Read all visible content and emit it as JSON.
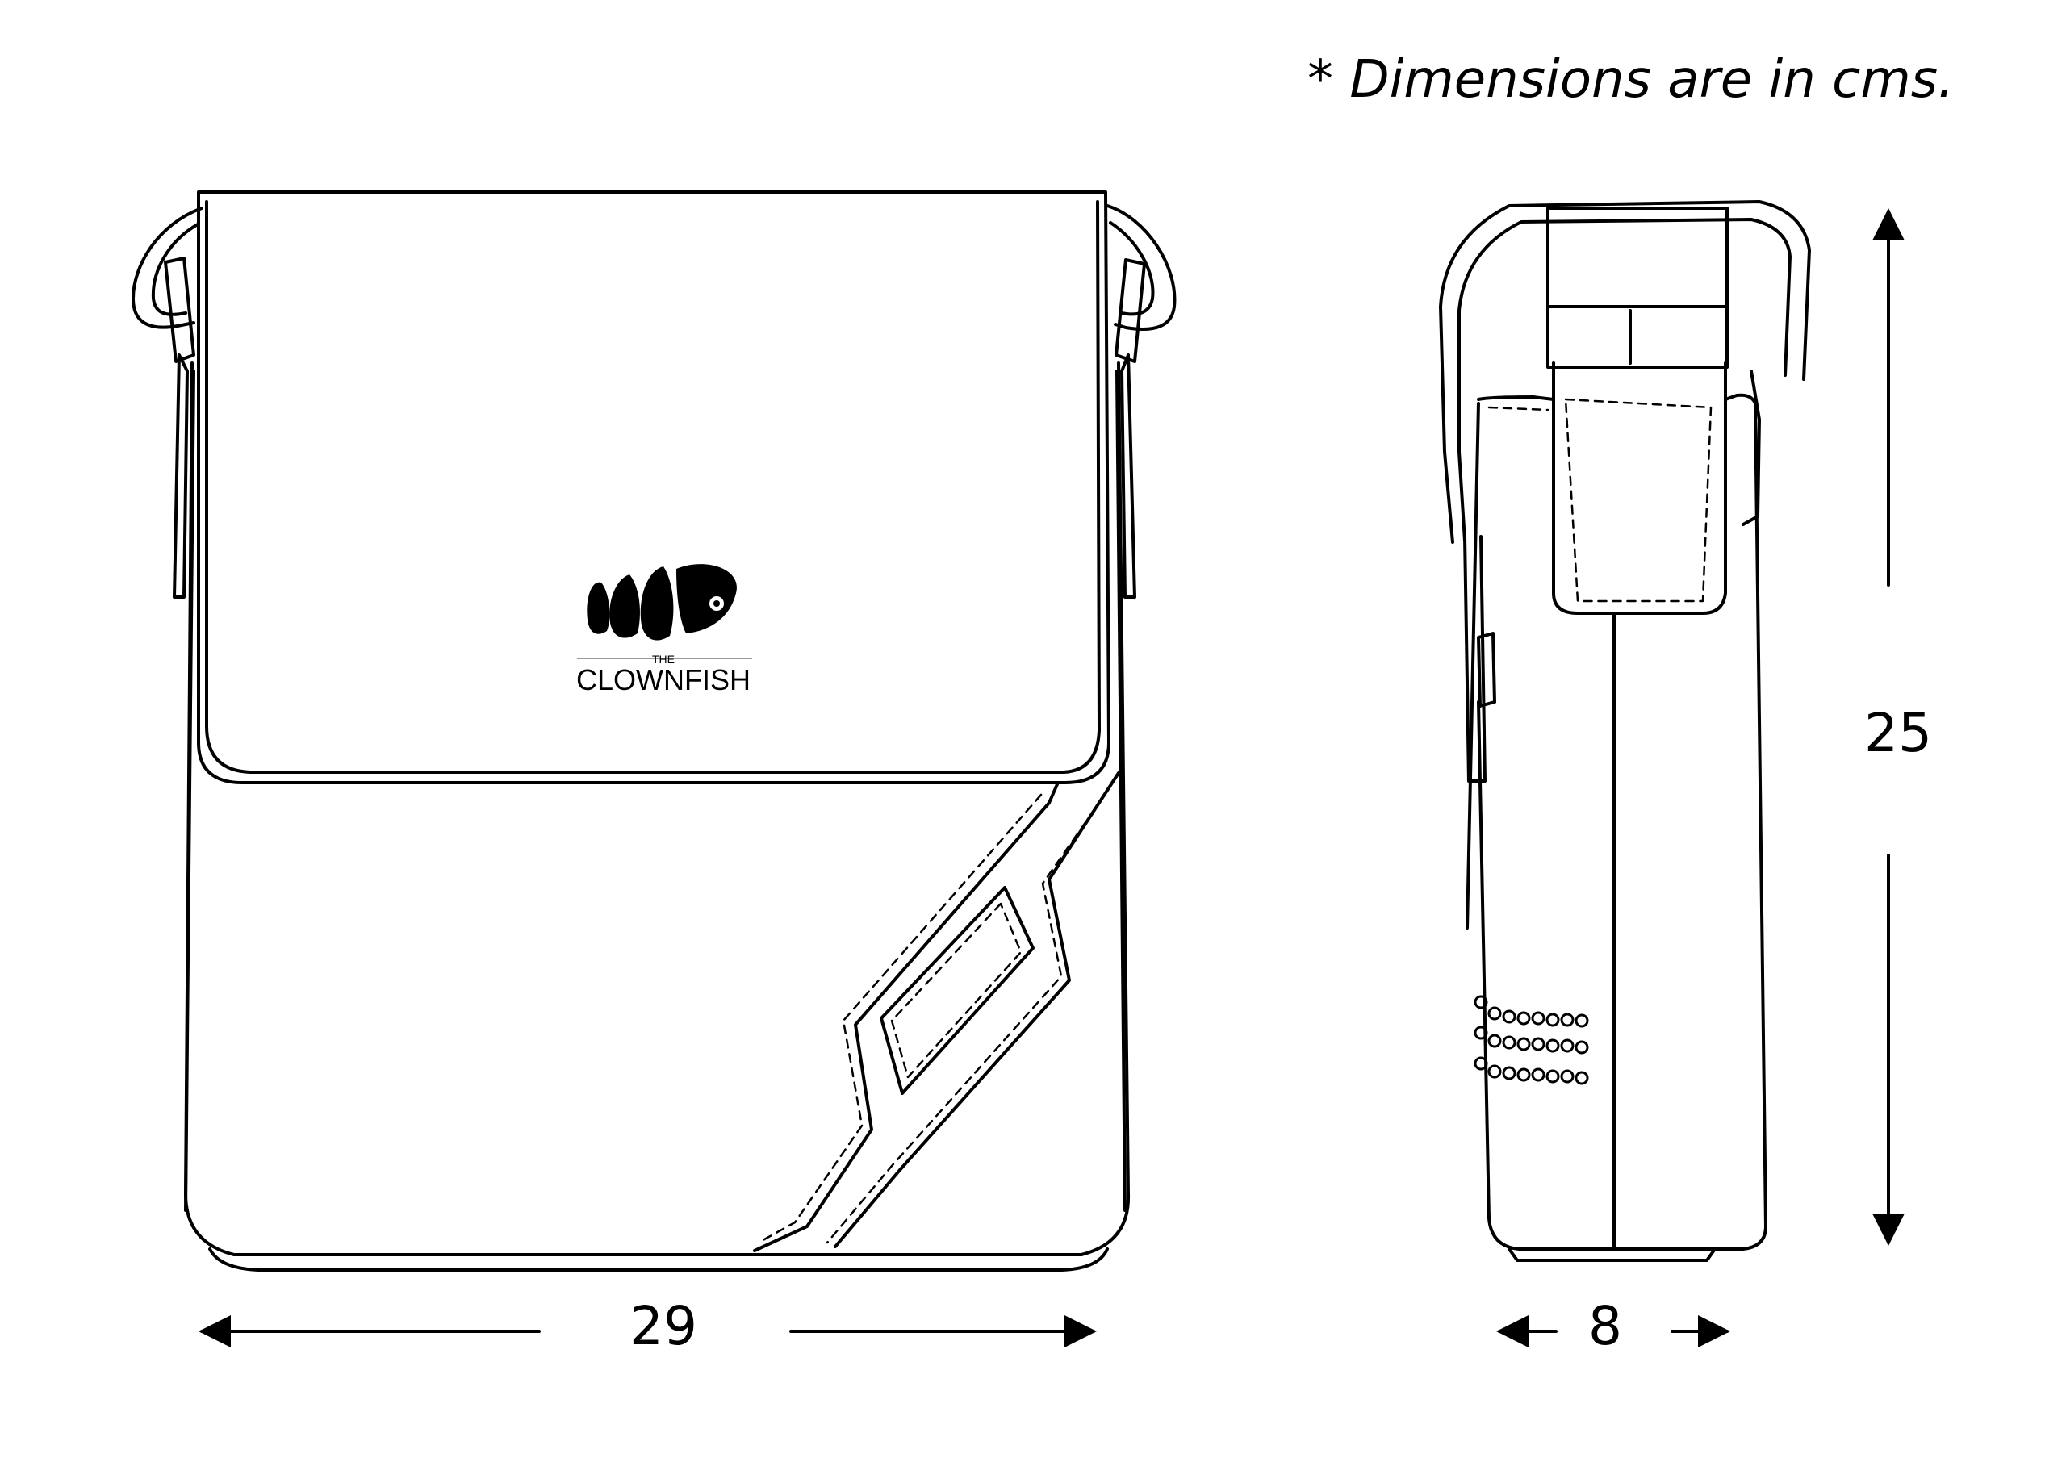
{
  "note": "* Dimensions are in cms.",
  "brand": {
    "small": "THE",
    "name": "CLOWNFISH"
  },
  "dimensions": {
    "width": "29",
    "depth": "8",
    "height": "25"
  },
  "colors": {
    "line": "#000000",
    "background": "#ffffff"
  }
}
